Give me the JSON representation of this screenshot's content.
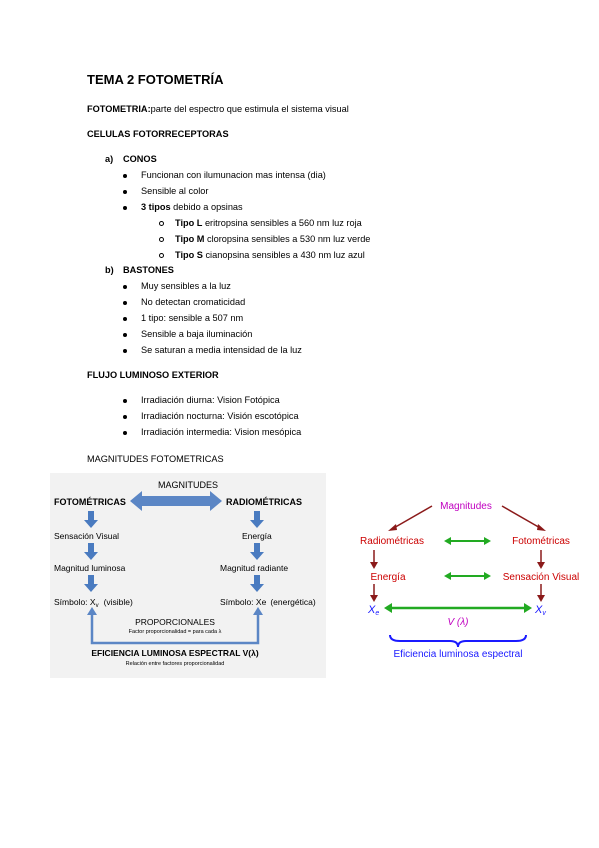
{
  "title": "TEMA 2 FOTOMETRÍA",
  "definition": {
    "term": "FOTOMETRIA:",
    "text": "parte del espectro que estimula el sistema visual"
  },
  "section1": {
    "heading": "CELULAS FOTORRECEPTORAS",
    "a": {
      "marker": "a)",
      "label": "CONOS",
      "items": [
        {
          "bold": "",
          "text": "Funcionan con ilumunacion mas intensa (dia)"
        },
        {
          "bold": "",
          "text": "Sensible al color"
        },
        {
          "bold": "3 tipos",
          "text": " debido a opsinas"
        }
      ],
      "subitems": [
        {
          "bold": "Tipo L",
          "text": " eritropsina sensibles a 560 nm luz roja"
        },
        {
          "bold": "Tipo M",
          "text": " cloropsina sensibles a 530 nm luz verde"
        },
        {
          "bold": "Tipo S",
          "text": " cianopsina sensibles a 430 nm luz azul"
        }
      ]
    },
    "b": {
      "marker": "b)",
      "label": "BASTONES",
      "items": [
        "Muy sensibles a la luz",
        "No detectan cromaticidad",
        "1 tipo: sensible a 507 nm",
        "Sensible a baja iluminación",
        "Se saturan a media intensidad de la luz"
      ]
    }
  },
  "section2": {
    "heading": "FLUJO LUMINOSO EXTERIOR",
    "items": [
      "Irradiación diurna: Vision Fotópica",
      "Irradiación nocturna: Visión escotópica",
      "Irradiación intermedia: Vision mesópica"
    ]
  },
  "section3": {
    "heading": "MAGNITUDES FOTOMETRICAS"
  },
  "diagram_left": {
    "top": "MAGNITUDES",
    "left_col": [
      "FOTOMÉTRICAS",
      "Sensación Visual",
      "Magnitud luminosa",
      "Símbolo: X",
      "v",
      "(visible)"
    ],
    "right_col": [
      "RADIOMÉTRICAS",
      "Energía",
      "Magnitud radiante",
      "Símbolo: Xe",
      "(energética)"
    ],
    "prop": "PROPORCIONALES",
    "prop_sub": "Factor proporcionalidad = para cada λ",
    "efic": "EFICIENCIA LUMINOSA ESPECTRAL V(λ)",
    "efic_sub": "Relación entre factores proporcionalidad",
    "colors": {
      "box": "#5b86c5",
      "arrow": "#4a7bc0",
      "bg": "#f2f2f2"
    }
  },
  "diagram_right": {
    "top": "Magnitudes",
    "left": "Radiométricas",
    "right": "Fotométricas",
    "left2": "Energía",
    "right2": "Sensación Visual",
    "xe": "X",
    "xe_sub": "e",
    "xv": "X",
    "xv_sub": "v",
    "v": "V (λ)",
    "bottom": "Eficiencia luminosa espectral",
    "colors": {
      "purple": "#c000c0",
      "red": "#cc0000",
      "green": "#22aa22",
      "blue": "#1a1aff",
      "dark_red": "#8b1a1a"
    }
  }
}
